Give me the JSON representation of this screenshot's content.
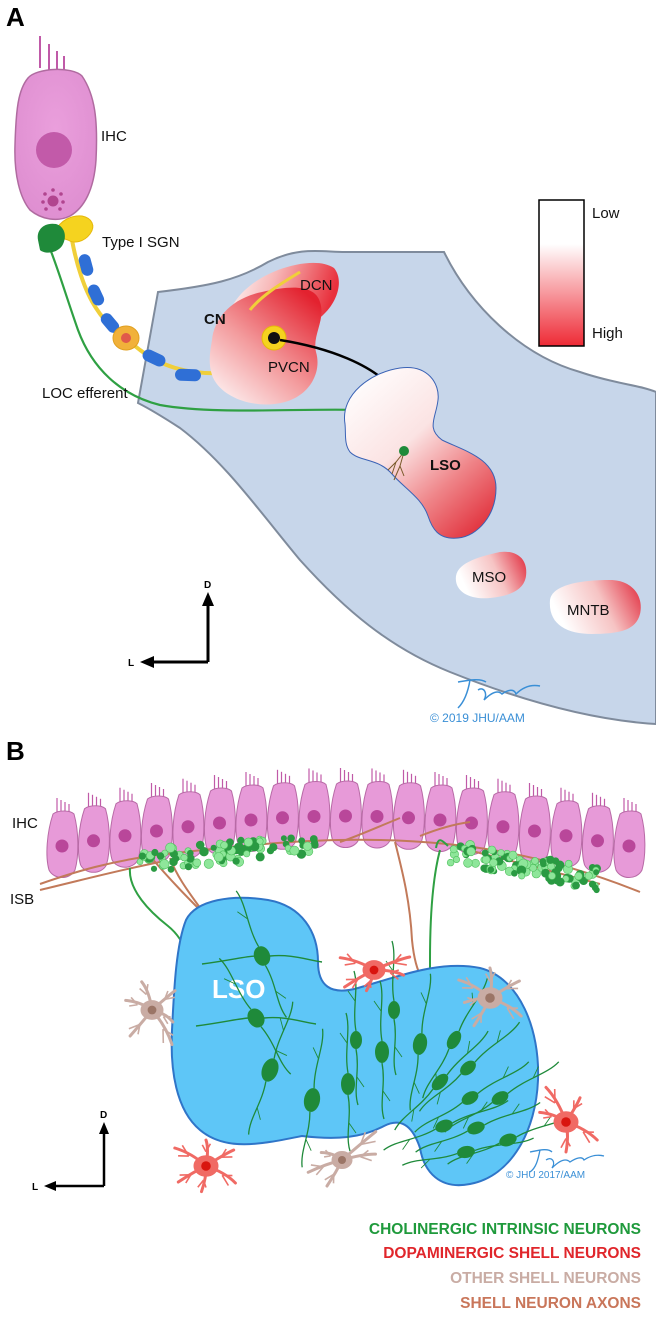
{
  "panel_a": {
    "letter": "A",
    "labels": {
      "ihc": "IHC",
      "sgn": "Type I SGN",
      "cn": "CN",
      "dcn": "DCN",
      "pvcn": "PVCN",
      "loc": "LOC efferent",
      "lso": "LSO",
      "mso": "MSO",
      "mntb": "MNTB"
    },
    "scale": {
      "low": "Low",
      "high": "High"
    },
    "axes": {
      "d": "D",
      "l": "L"
    },
    "copyright": "© 2019 JHU/AAM"
  },
  "panel_b": {
    "letter": "B",
    "labels": {
      "ihc": "IHC",
      "isb": "ISB",
      "lso": "LSO"
    },
    "axes": {
      "d": "D",
      "l": "L"
    },
    "copyright": "© JHU 2017/AAM",
    "legend": [
      {
        "text": "CHOLINERGIC INTRINSIC NEURONS",
        "color": "#1f9a3c"
      },
      {
        "text": "DOPAMINERGIC SHELL NEURONS",
        "color": "#e0262b"
      },
      {
        "text": "OTHER SHELL NEURONS",
        "color": "#c9aca4"
      },
      {
        "text": "SHELL NEURON AXONS",
        "color": "#c9765a"
      }
    ]
  },
  "colors": {
    "brainstem": "#c7d6ea",
    "hair_cell": "#e59ad6",
    "lso_blue": "#5ec6f7",
    "neuron_green": "#1f8a3a",
    "dopa_red": "#f06a64",
    "other_shell": "#c9aca4",
    "axon_brown": "#c27a5a"
  }
}
